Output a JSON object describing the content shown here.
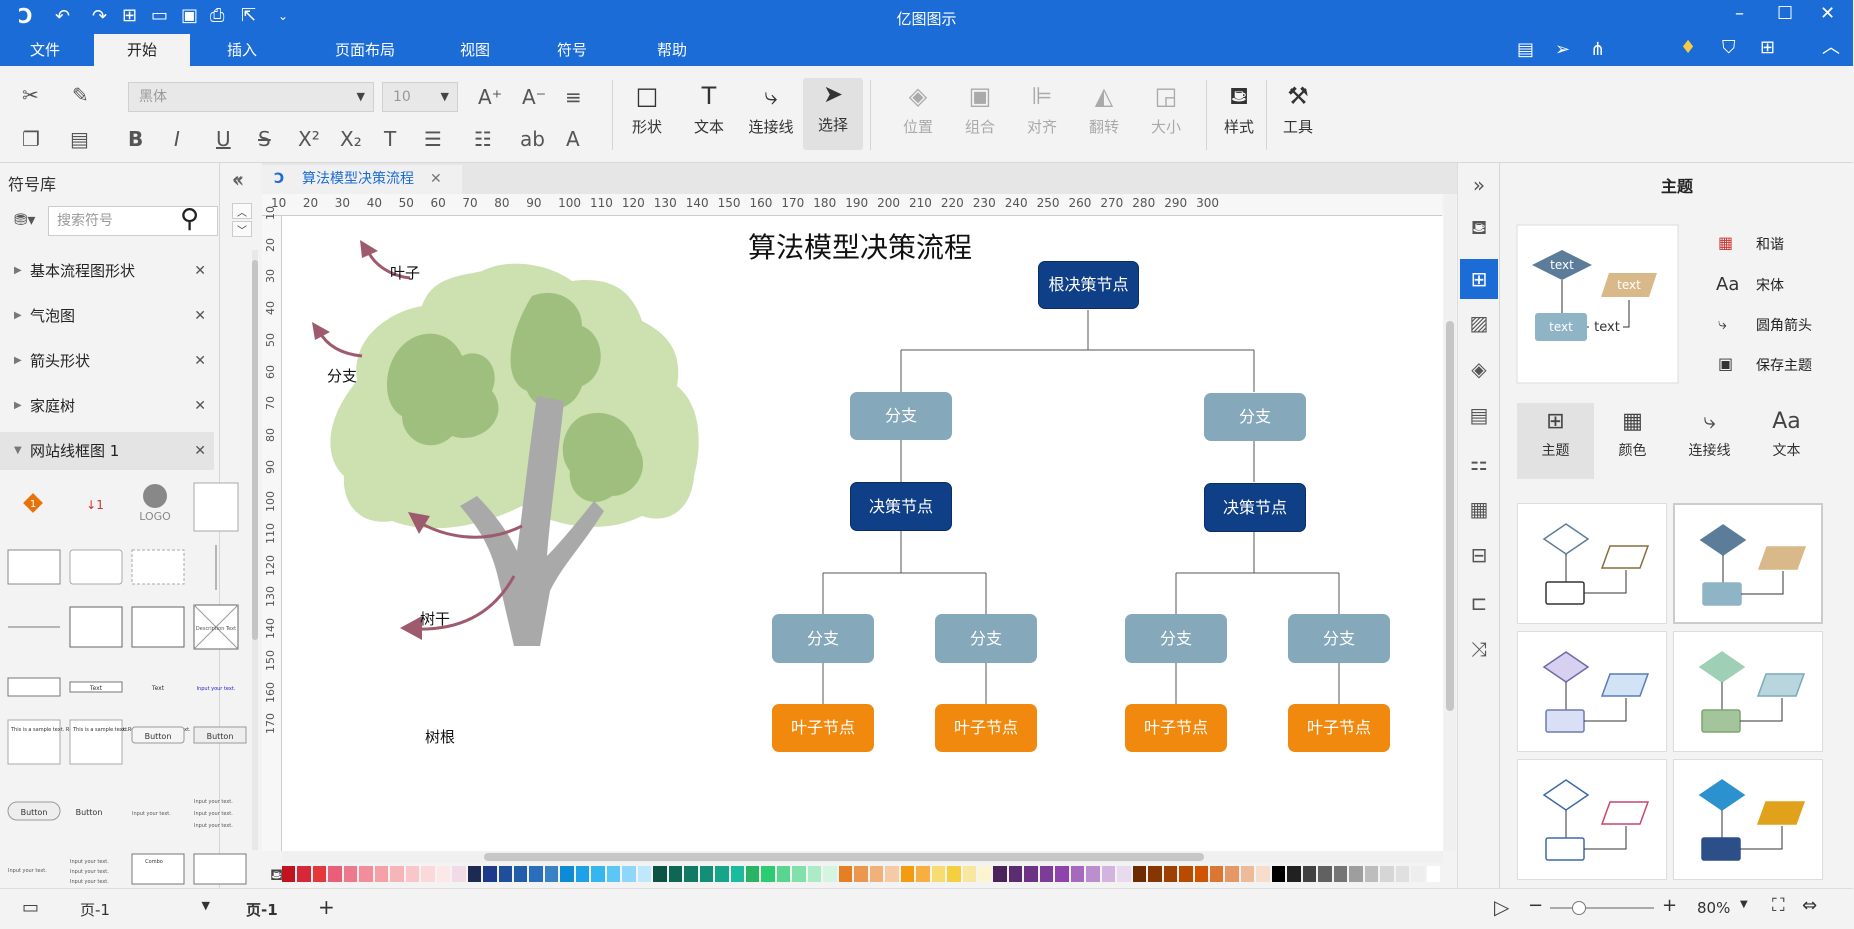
{
  "app": {
    "title": "亿图图示"
  },
  "menu": {
    "tabs": [
      "文件",
      "开始",
      "插入",
      "页面布局",
      "视图",
      "符号",
      "帮助"
    ],
    "active": "开始"
  },
  "ribbon": {
    "font_family": "黑体",
    "font_size": "10",
    "shape_label": "形状",
    "text_label": "文本",
    "connector_label": "连接线",
    "select_label": "选择",
    "position_label": "位置",
    "group_label": "组合",
    "align_label": "对齐",
    "flip_label": "翻转",
    "size_label": "大小",
    "style_label": "样式",
    "tools_label": "工具"
  },
  "left_panel": {
    "title": "符号库",
    "search_placeholder": "搜索符号",
    "libraries": [
      "基本流程图形状",
      "气泡图",
      "箭头形状",
      "家庭树",
      "网站线框图 1"
    ],
    "thumb_text": {
      "logo": "LOGO",
      "down_arrow": "↓1",
      "desc_text": "Description Text",
      "text1": "Text",
      "text2": "Text",
      "input_text": "Input your text.",
      "sample_text": "This is a sample text. Replace it with your text.",
      "button1": "Button",
      "button2": "Button",
      "button3": "Button",
      "button4": "Button",
      "combo": "Combo"
    }
  },
  "document": {
    "tab_title": "算法模型决策流程",
    "diagram_title": "算法模型决策流程",
    "tree_labels": {
      "leaf": "叶子",
      "branch": "分支",
      "trunk": "树干",
      "root": "树根"
    },
    "nodes": {
      "root": "根决策节点",
      "branch_l": "分支",
      "branch_r": "分支",
      "decision_l": "决策节点",
      "decision_r": "决策节点",
      "b1": "分支",
      "b2": "分支",
      "b3": "分支",
      "b4": "分支",
      "leaf1": "叶子节点",
      "leaf2": "叶子节点",
      "leaf3": "叶子节点",
      "leaf4": "叶子节点"
    },
    "hruler_ticks": [
      "10",
      "20",
      "30",
      "40",
      "50",
      "60",
      "70",
      "80",
      "90",
      "100",
      "110",
      "120",
      "130",
      "140",
      "150",
      "160",
      "170",
      "180",
      "190",
      "200",
      "210",
      "220",
      "230",
      "240",
      "250",
      "260",
      "270",
      "280",
      "290",
      "300"
    ],
    "vruler_ticks": [
      "10",
      "20",
      "30",
      "40",
      "50",
      "60",
      "70",
      "80",
      "90",
      "100",
      "110",
      "120",
      "130",
      "140",
      "150",
      "160",
      "170"
    ]
  },
  "right_panel": {
    "title": "主题",
    "preview_text": "text",
    "options": [
      "和谐",
      "宋体",
      "圆角箭头",
      "保存主题"
    ],
    "tabs": [
      "主题",
      "颜色",
      "连接线",
      "文本"
    ]
  },
  "status": {
    "page_selector": "页-1",
    "page_tab": "页-1",
    "add_page": "+",
    "zoom": "80%"
  },
  "colors": {
    "accent": "#1b6cd6",
    "node_dark": "#0f3f87",
    "node_light": "#85a8bb",
    "node_orange": "#f0890e",
    "tree_light": "#cde0b0",
    "tree_dark": "#9fbf7e",
    "trunk": "#a9a9a9",
    "arrow": "#9e5b6e",
    "palette": [
      "#c1121f",
      "#d62839",
      "#e5383b",
      "#e95f7a",
      "#ec7a8c",
      "#f28e9b",
      "#f4a1a8",
      "#f6b5b9",
      "#f9c7ca",
      "#fbd9db",
      "#fde8e9",
      "#f2dbe8",
      "#1d2b53",
      "#1e3a8a",
      "#1f4e9a",
      "#205fa8",
      "#2a6ebd",
      "#3b82c4",
      "#0f8ad6",
      "#1ea1e6",
      "#36b5ef",
      "#5cc6f5",
      "#8fd7f8",
      "#bfe8fb",
      "#0b5345",
      "#0e6655",
      "#117a65",
      "#148f77",
      "#17a589",
      "#1abc9c",
      "#28b463",
      "#2ecc71",
      "#58d68d",
      "#82e0aa",
      "#abebc6",
      "#d5f5e3",
      "#e67e22",
      "#eb984e",
      "#f0b27a",
      "#f5cba7",
      "#f39c12",
      "#f5b041",
      "#f7dc6f",
      "#f4d03f",
      "#f9e79f",
      "#fcf3cf",
      "#4a235a",
      "#5b2c6f",
      "#6c3483",
      "#7d3c98",
      "#8e44ad",
      "#a569bd",
      "#bb8fce",
      "#d2b4de",
      "#e8daef",
      "#6e2c00",
      "#873600",
      "#a04000",
      "#ba4a00",
      "#d35400",
      "#dc7633",
      "#e59866",
      "#edbb99",
      "#f6ddcc",
      "#000000",
      "#212121",
      "#424242",
      "#616161",
      "#757575",
      "#9e9e9e",
      "#bdbdbd",
      "#d6d6d6",
      "#e0e0e0",
      "#eeeeee",
      "#ffffff"
    ]
  }
}
